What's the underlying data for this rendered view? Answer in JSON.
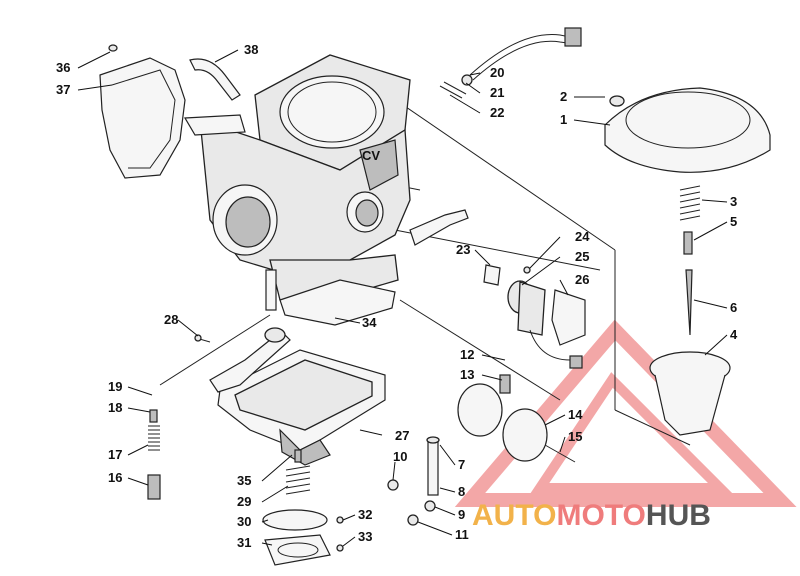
{
  "callouts": {
    "c1": "1",
    "c2": "2",
    "c3": "3",
    "c4": "4",
    "c5": "5",
    "c6": "6",
    "c7": "7",
    "c8": "8",
    "c9": "9",
    "c10": "10",
    "c11": "11",
    "c12": "12",
    "c13": "13",
    "c14": "14",
    "c15": "15",
    "c16": "16",
    "c17": "17",
    "c18": "18",
    "c19": "19",
    "c20": "20",
    "c21": "21",
    "c22": "22",
    "c23": "23",
    "c24": "24",
    "c25": "25",
    "c26": "26",
    "c27": "27",
    "c28": "28",
    "c29": "29",
    "c30": "30",
    "c31": "31",
    "c32": "32",
    "c33": "33",
    "c34": "34",
    "c35": "35",
    "c36": "36",
    "c37": "37",
    "c38": "38"
  },
  "watermark": {
    "part1": "AUTO",
    "part2": "MOTO",
    "part3": "HUB",
    "color_auto": "#f2b24a",
    "color_moto": "#ef7c7c",
    "color_hub": "#555555",
    "triangle_color": "#ef8a8a"
  }
}
